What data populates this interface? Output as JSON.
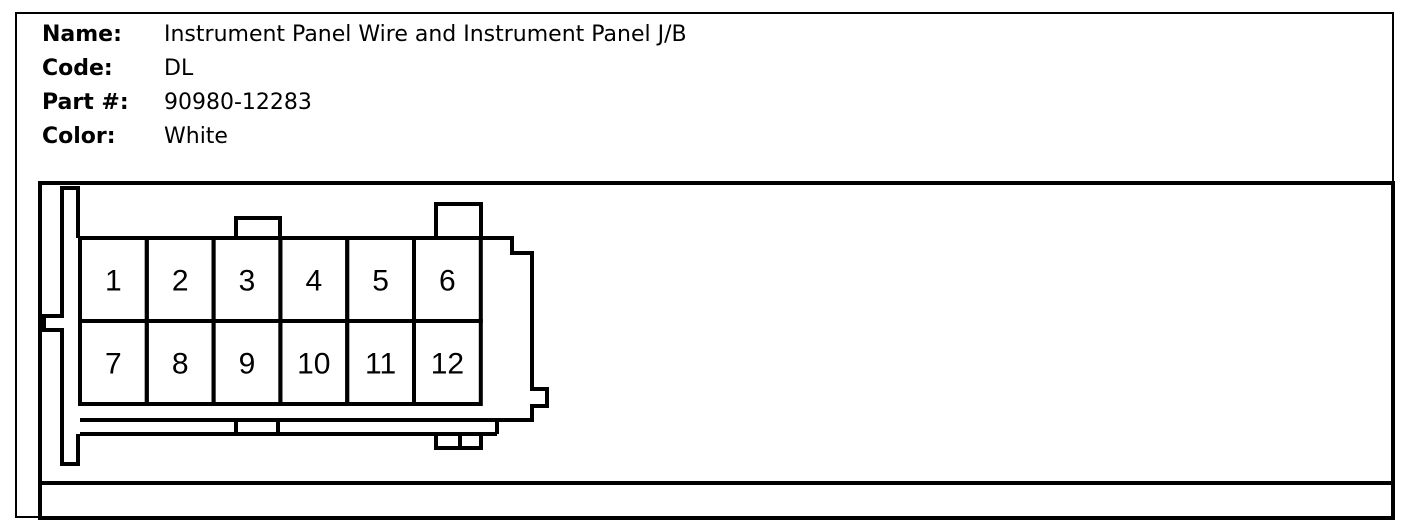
{
  "header": {
    "name_label": "Name:",
    "name_value": "Instrument Panel Wire and Instrument Panel J/B",
    "code_label": "Code:",
    "code_value": "DL",
    "part_label": "Part #:",
    "part_value": "90980-12283",
    "color_label": "Color:",
    "color_value": "White"
  },
  "connector": {
    "pins_top": [
      "1",
      "2",
      "3",
      "4",
      "5",
      "6"
    ],
    "pins_bottom": [
      "7",
      "8",
      "9",
      "10",
      "11",
      "12"
    ]
  }
}
